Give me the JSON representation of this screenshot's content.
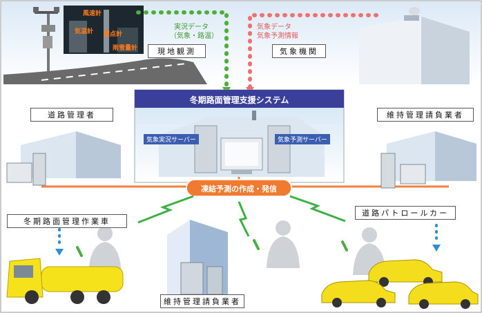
{
  "system": {
    "title": "冬期路面管理支援システム"
  },
  "servers": {
    "obs_server": "気象実況サーバー",
    "forecast_server": "気象予測サーバー"
  },
  "sensors": {
    "wind": "風速計",
    "dew": "露点計",
    "air": "気温計",
    "snow": "雨雪量計"
  },
  "flows": {
    "obs_line1": "実況データ",
    "obs_line2": "（気象・路温）",
    "met_line1": "気象データ",
    "met_line2": "気象予測情報"
  },
  "labels": {
    "field_obs": "現地観測",
    "met_agency": "気象機関",
    "road_manager": "道路管理者",
    "maint_contractor_right": "維持管理請負業者",
    "frost_forecast": "凍結予測の作成・発信",
    "work_vehicle": "冬期路面管理作業車",
    "patrol_car": "道路パトロールカー",
    "maint_contractor_bottom": "維持管理請負業者"
  },
  "colors": {
    "obs_flow": "#4caf3a",
    "met_flow": "#f07070",
    "network": "#f08040",
    "wireless": "#3cb043",
    "title_bar": "#3a3f9a"
  }
}
